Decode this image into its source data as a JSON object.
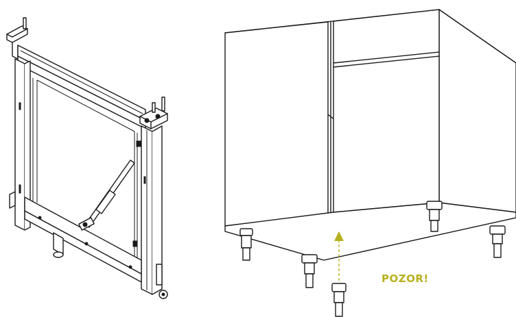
{
  "warning": {
    "text": "POZOR!",
    "color": "#b6b01e"
  },
  "icons": {
    "frame": "pull-out-frame-mechanism",
    "cabinet": "base-cabinet-with-adjustable-legs",
    "arrow": "insert-leg-arrow"
  }
}
